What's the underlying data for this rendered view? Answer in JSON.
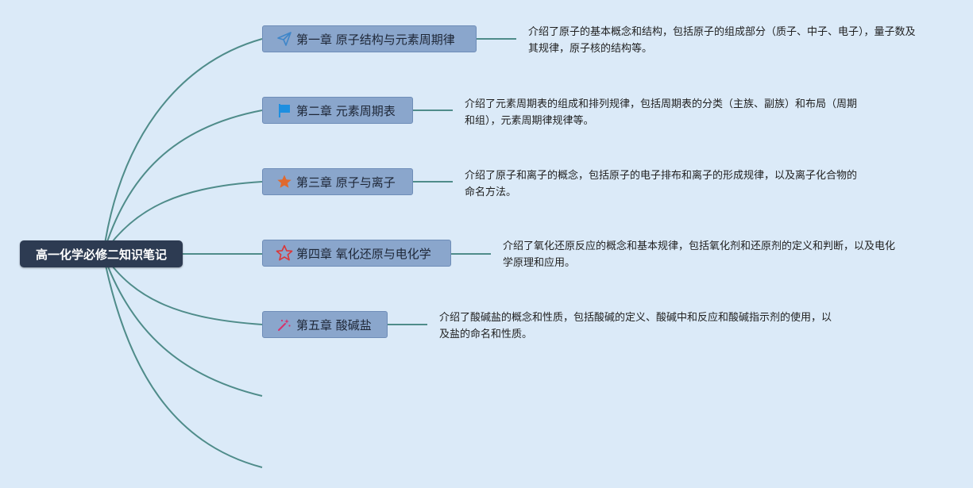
{
  "root": {
    "label": "高一化学必修二知识笔记"
  },
  "chapters": [
    {
      "icon": "paper-plane-icon",
      "label": "第一章 原子结构与元素周期律",
      "note": "介绍了原子的基本概念和结构，包括原子的组成部分（质子、中子、电子），量子数及其规律，原子核的结构等。"
    },
    {
      "icon": "flag-icon",
      "label": "第二章 元素周期表",
      "note": "介绍了元素周期表的组成和排列规律，包括周期表的分类（主族、副族）和布局（周期和组），元素周期律规律等。"
    },
    {
      "icon": "star-filled-icon",
      "label": "第三章 原子与离子",
      "note": "介绍了原子和离子的概念，包括原子的电子排布和离子的形成规律，以及离子化合物的命名方法。"
    },
    {
      "icon": "star-outline-icon",
      "label": "第四章 氧化还原与电化学",
      "note": "介绍了氧化还原反应的概念和基本规律，包括氧化剂和还原剂的定义和判断，以及电化学原理和应用。"
    },
    {
      "icon": "magic-wand-icon",
      "label": "第五章 酸碱盐",
      "note": "介绍了酸碱盐的概念和性质，包括酸碱的定义、酸碱中和反应和酸碱指示剂的使用，以及盐的命名和性质。"
    }
  ],
  "colors": {
    "background": "#dbeaf8",
    "root": "#2d3b52",
    "topic": "#8aa6cc",
    "link": "#4f8c8a",
    "paper_plane": "#3f86c9",
    "flag": "#1e8fe0",
    "star": "#e0692e",
    "star_outline": "#d9383a",
    "wand": "#d6336c"
  }
}
